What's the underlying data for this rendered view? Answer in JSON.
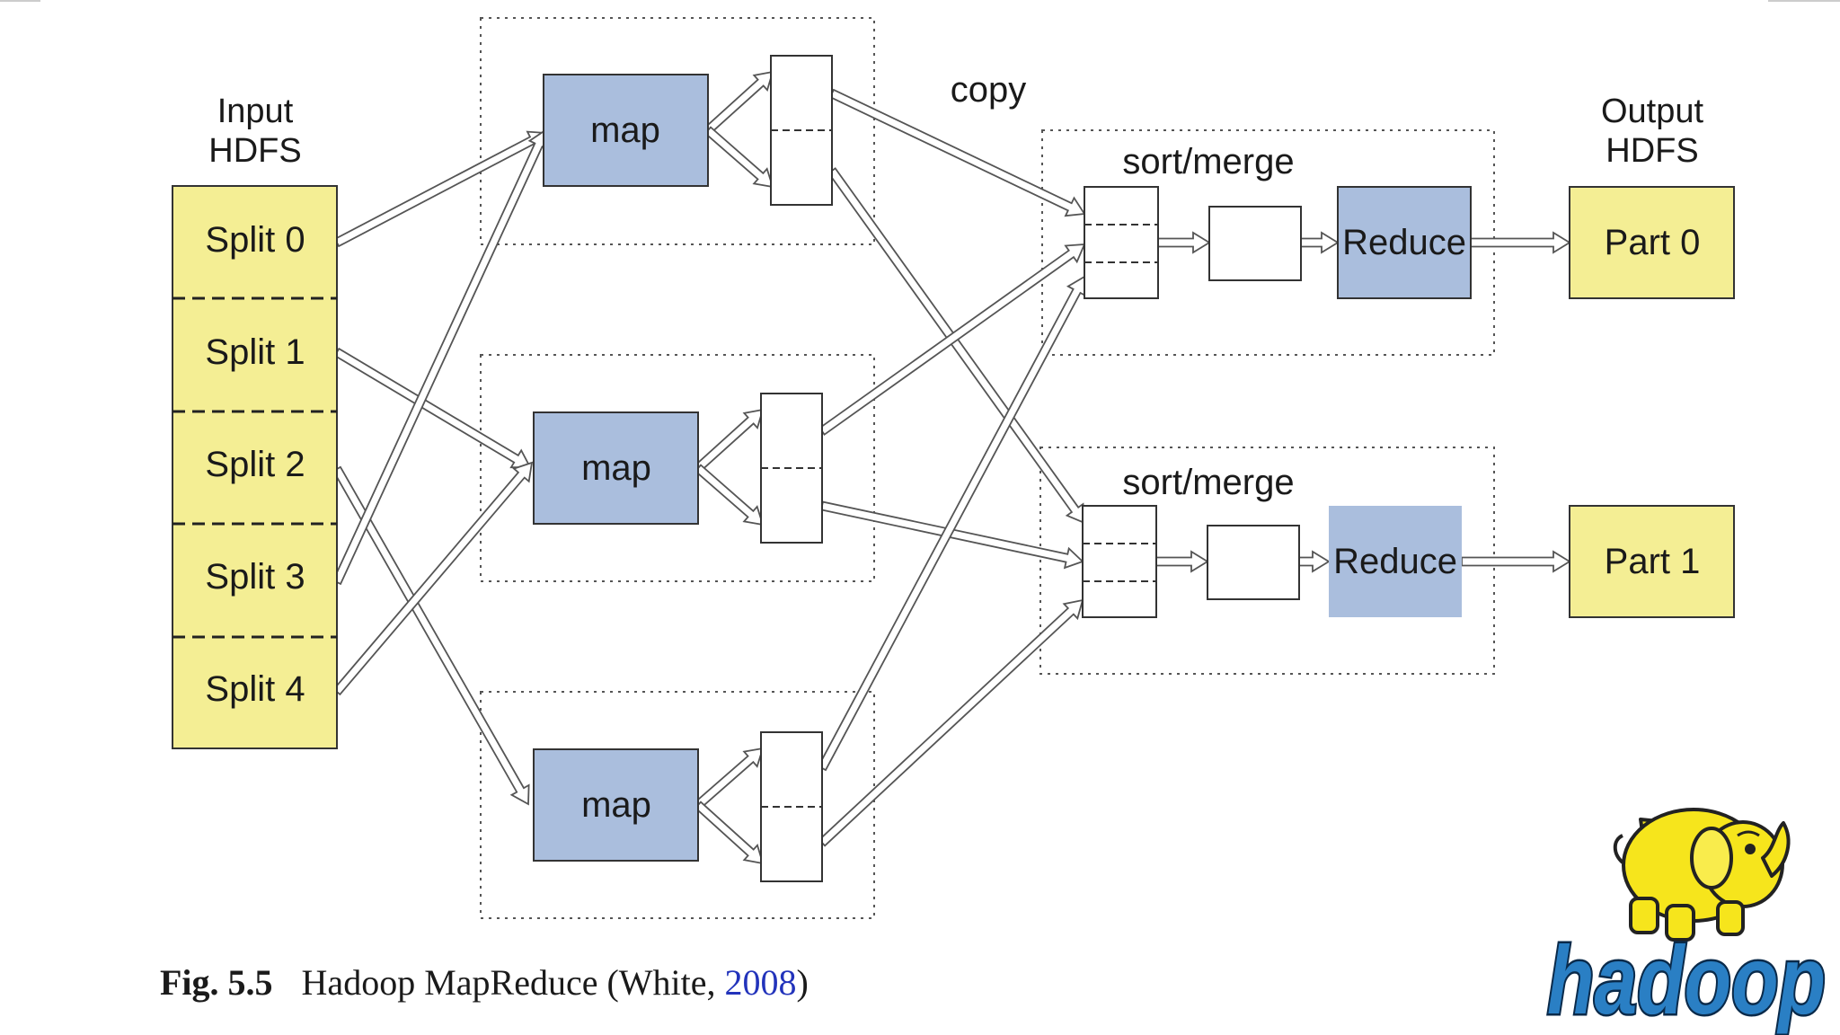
{
  "input": {
    "heading_line1": "Input",
    "heading_line2": "HDFS",
    "splits": [
      "Split 0",
      "Split 1",
      "Split 2",
      "Split 3",
      "Split 4"
    ],
    "color": "#f4ee94"
  },
  "map": {
    "label": "map",
    "color": "#aabedd"
  },
  "copy_label": "copy",
  "reduce": {
    "sort_label": "sort/merge",
    "label": "Reduce"
  },
  "output": {
    "heading_line1": "Output",
    "heading_line2": "HDFS",
    "parts": [
      "Part 0",
      "Part 1"
    ]
  },
  "caption": {
    "fig": "Fig. 5.5",
    "text": "Hadoop MapReduce (White, ",
    "year": "2008",
    "close": ")",
    "year_color": "#2233bb"
  },
  "logo": {
    "word": "hadoop",
    "body_color": "#f6e51c",
    "word_color": "#2a7fc4",
    "icon": "elephant-icon"
  }
}
